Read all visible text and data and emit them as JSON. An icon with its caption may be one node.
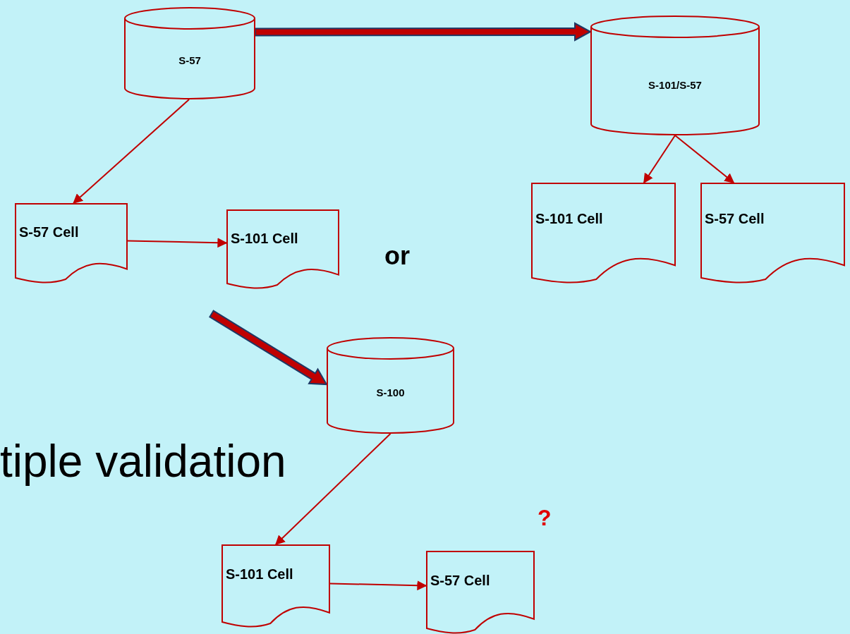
{
  "diagram": {
    "nodes": [
      {
        "text": [
          "S-57"
        ]
      },
      {
        "text": [
          "S-57 Cell"
        ]
      },
      {
        "text": [
          "S-101 Cell"
        ]
      },
      {
        "text": [
          "S-101/S-57"
        ]
      },
      {
        "text": [
          "S-101 Cell"
        ]
      },
      {
        "text": [
          "S-57 Cell"
        ]
      },
      {
        "text": [
          "S-100"
        ]
      },
      {
        "text": [
          "S-101 Cell"
        ]
      },
      {
        "text": [
          "S-57 Cell"
        ]
      }
    ],
    "edges": [
      {
        "from": 0,
        "to": 1,
        "arrow": "to"
      },
      {
        "from": 1,
        "to": 2,
        "arrow": "to"
      },
      {
        "from": 0,
        "to": 3,
        "arrow": "to",
        "style": "thick"
      },
      {
        "from": 3,
        "to": 4,
        "arrow": "to"
      },
      {
        "from": 3,
        "to": 5,
        "arrow": "to"
      },
      {
        "from": null,
        "to": 6,
        "arrow": "to",
        "style": "thick"
      },
      {
        "from": 6,
        "to": 7,
        "arrow": "to"
      },
      {
        "from": 7,
        "to": 8,
        "arrow": "to"
      }
    ],
    "labels": [
      "or",
      "tiple validation",
      "?"
    ]
  }
}
